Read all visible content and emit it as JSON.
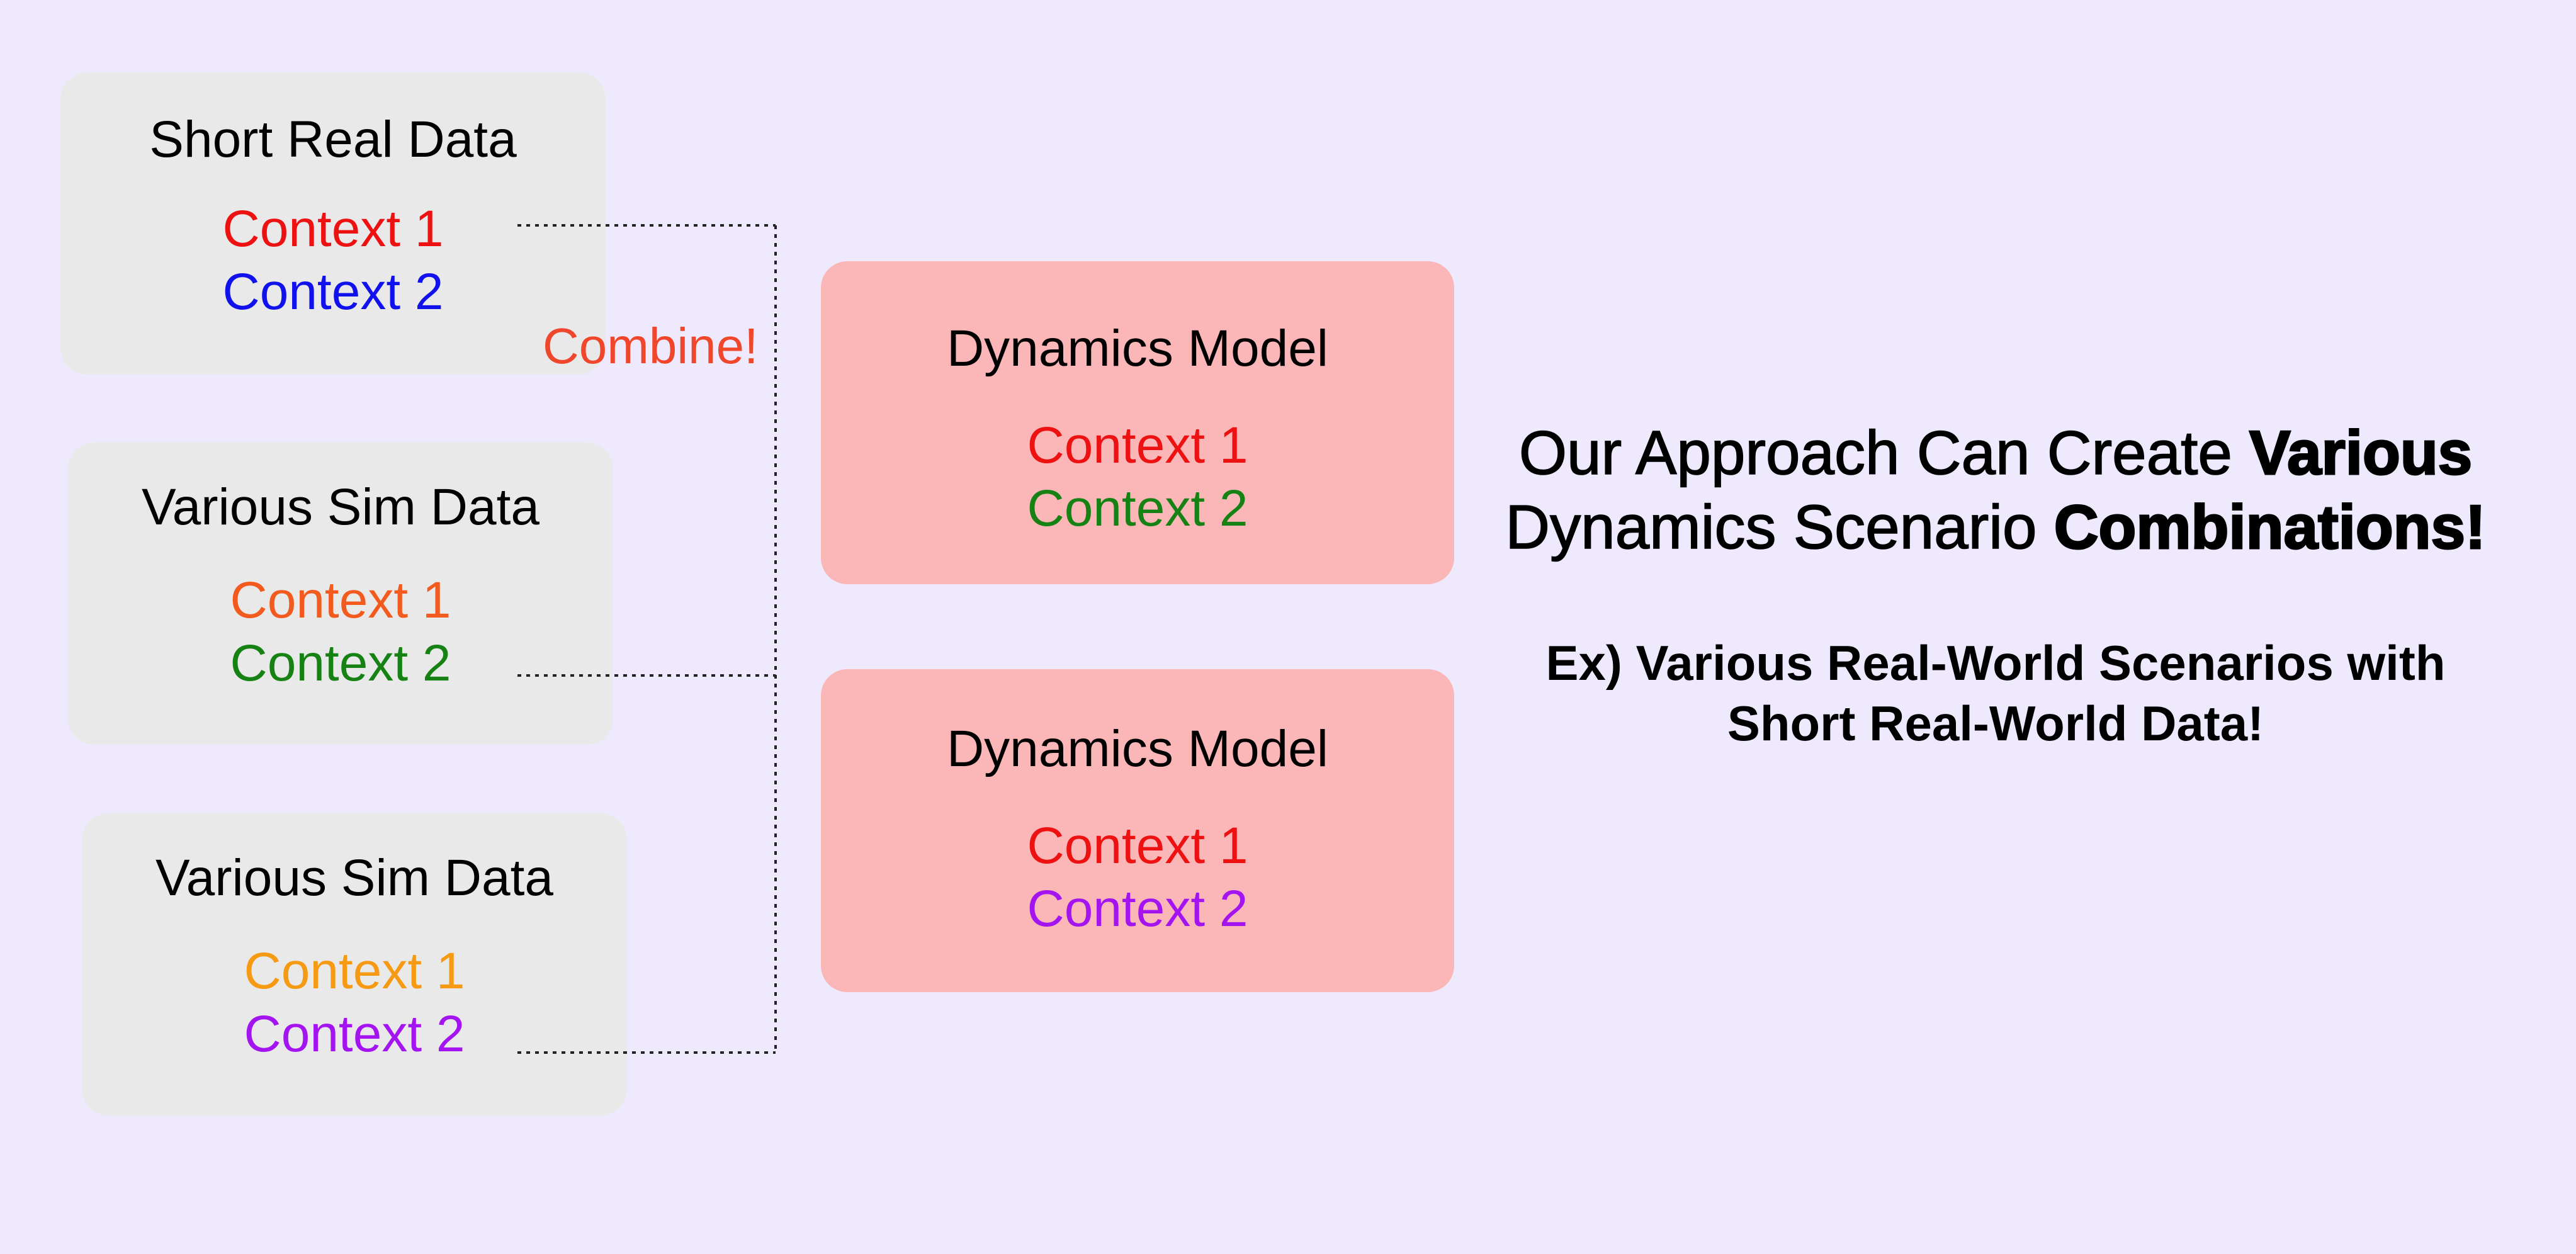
{
  "sources": [
    {
      "title": "Short Real Data",
      "contexts": [
        {
          "label": "Context 1",
          "color": "#ee1111"
        },
        {
          "label": "Context 2",
          "color": "#1111ee"
        }
      ]
    },
    {
      "title": "Various Sim Data",
      "contexts": [
        {
          "label": "Context 1",
          "color": "#f25a1e"
        },
        {
          "label": "Context 2",
          "color": "#168214"
        }
      ]
    },
    {
      "title": "Various Sim Data",
      "contexts": [
        {
          "label": "Context 1",
          "color": "#f59a12"
        },
        {
          "label": "Context 2",
          "color": "#a414f0"
        }
      ]
    }
  ],
  "combine_label": "Combine!",
  "combine_color": "#f0472c",
  "models": [
    {
      "title": "Dynamics Model",
      "contexts": [
        {
          "label": "Context 1",
          "color": "#ee1111"
        },
        {
          "label": "Context 2",
          "color": "#168214"
        }
      ]
    },
    {
      "title": "Dynamics Model",
      "contexts": [
        {
          "label": "Context 1",
          "color": "#ee1111"
        },
        {
          "label": "Context 2",
          "color": "#a414f0"
        }
      ]
    }
  ],
  "headline": {
    "line1_regular": "Our Approach Can Create ",
    "line1_bold": "Various",
    "line2_regular": "Dynamics Scenario ",
    "line2_bold": "Combinations!"
  },
  "subline": {
    "line1": "Ex) Various Real-World Scenarios with",
    "line2": "Short Real-World Data!"
  }
}
